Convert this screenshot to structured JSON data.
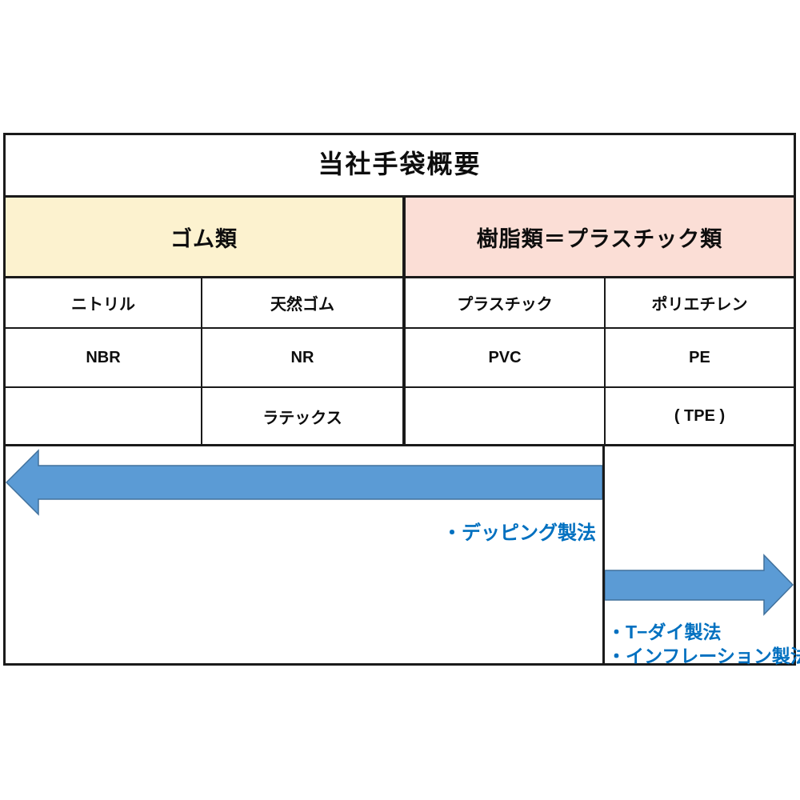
{
  "table": {
    "title": "当社手袋概要",
    "category_headers": [
      {
        "label": "ゴム類",
        "bg_color": "#FCF2CF"
      },
      {
        "label": "樹脂類＝プラスチック類",
        "bg_color": "#FBDED6"
      }
    ],
    "columns": [
      {
        "material": "ニトリル",
        "code": "NBR",
        "extra": ""
      },
      {
        "material": "天然ゴム",
        "code": "NR",
        "extra": "ラテックス"
      },
      {
        "material": "プラスチック",
        "code": "PVC",
        "extra": ""
      },
      {
        "material": "ポリエチレン",
        "code": "PE",
        "extra": "( TPE )"
      }
    ]
  },
  "methods": {
    "rubber_method_label": "・デッピング製法",
    "plastic_method_labels": [
      "・T−ダイ製法",
      "・インフレーション製法"
    ],
    "label_color": "#0070C0",
    "arrow_fill": "#5B9BD5",
    "arrow_stroke": "#41719C",
    "rubber_arrow_direction": "left",
    "plastic_arrow_direction": "right"
  }
}
